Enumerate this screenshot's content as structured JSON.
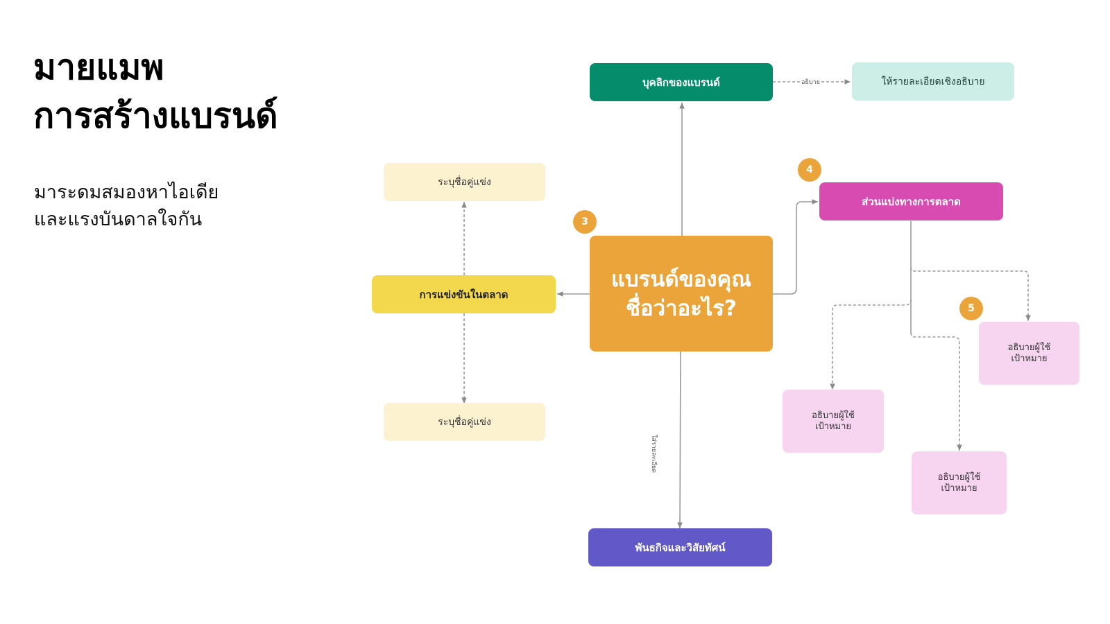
{
  "title": {
    "line1": "มายแมพ",
    "line2": "การสร้างแบรนด์"
  },
  "subtitle": {
    "line1": "มาระดมสมองหาไอเดีย",
    "line2": "และแรงบันดาลใจกัน"
  },
  "nodes": {
    "center": {
      "line1": "แบรนด์ของคุณ",
      "line2": "ชื่อว่าอะไร?",
      "color": "#eba43a"
    },
    "personality": {
      "label": "บุคลิกของแบรนด์",
      "color": "#058c6b"
    },
    "personality_detail": {
      "label": "ให้รายละเอียดเชิงอธิบาย",
      "color": "#cdeee6"
    },
    "competition": {
      "label": "การแข่งขันในตลาด",
      "color": "#f3d84d"
    },
    "competitor_top": {
      "label": "ระบุชื่อคู่แข่ง",
      "color": "#fdf2d0"
    },
    "competitor_bottom": {
      "label": "ระบุชื่อคู่แข่ง",
      "color": "#fdf2d0"
    },
    "segmentation": {
      "label": "ส่วนแบ่งทางการตลาด",
      "color": "#d84bb1"
    },
    "target_1": {
      "line1": "อธิบายผู้ใช้",
      "line2": "เป้าหมาย",
      "color": "#f7d4ef"
    },
    "target_2": {
      "line1": "อธิบายผู้ใช้",
      "line2": "เป้าหมาย",
      "color": "#f7d4ef"
    },
    "target_3": {
      "line1": "อธิบายผู้ใช้",
      "line2": "เป้าหมาย",
      "color": "#f7d4ef"
    },
    "mission": {
      "label": "พันธกิจและวิสัยทัศน์",
      "color": "#6259c8"
    }
  },
  "badges": {
    "b3": "3",
    "b4": "4",
    "b5": "5"
  },
  "edge_labels": {
    "describe": "อธิบาย",
    "detail": "ใส่รายละเอียด"
  }
}
